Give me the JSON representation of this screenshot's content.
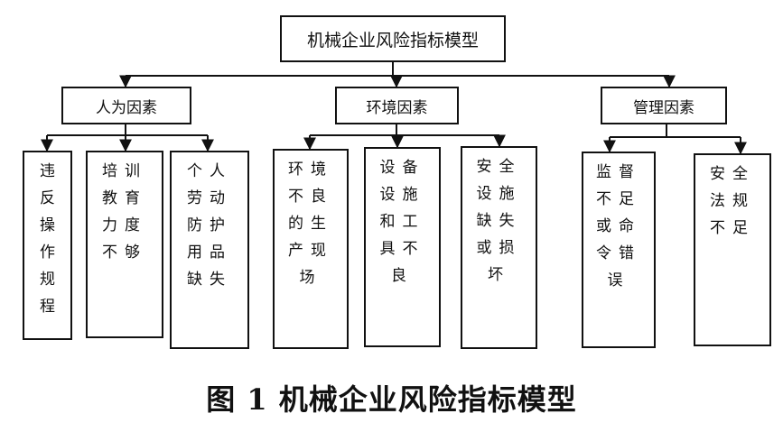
{
  "root": "机械企业风险指标模型",
  "categories": [
    {
      "label": "人为因素",
      "leaves": [
        {
          "lines": [
            "违",
            "反",
            "操",
            "作",
            "规",
            "程"
          ]
        },
        {
          "lines": [
            "培训",
            "教育",
            "力度",
            "不够"
          ]
        },
        {
          "lines": [
            "个人",
            "劳动",
            "防护",
            "用品",
            "缺失"
          ]
        }
      ]
    },
    {
      "label": "环境因素",
      "leaves": [
        {
          "lines": [
            "环境",
            "不良",
            "的生",
            "产现",
            "场"
          ]
        },
        {
          "lines": [
            "设备",
            "设施",
            "和工",
            "具不",
            "良"
          ]
        },
        {
          "lines": [
            "安全",
            "设施",
            "缺失",
            "或损",
            "坏"
          ]
        }
      ]
    },
    {
      "label": "管理因素",
      "leaves": [
        {
          "lines": [
            "监督",
            "不足",
            "或命",
            "令错",
            "误"
          ]
        },
        {
          "lines": [
            "安全",
            "法规",
            "不足"
          ]
        }
      ]
    }
  ],
  "caption": "图 1   机械企业风险指标模型"
}
